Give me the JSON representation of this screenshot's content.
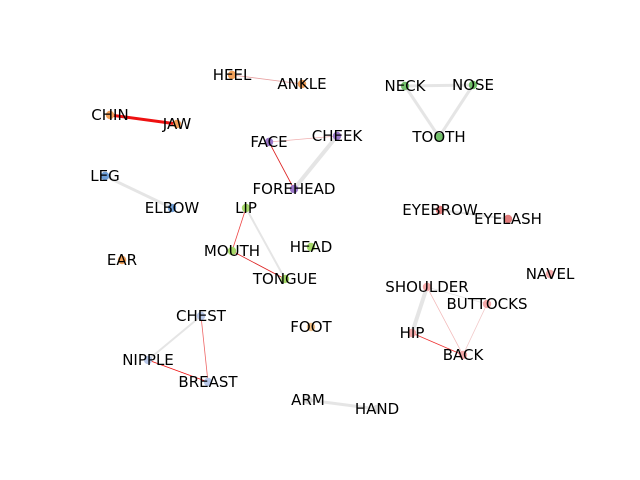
{
  "nodes": [
    {
      "id": "HEEL",
      "color": "#f2a15a"
    },
    {
      "id": "ANKLE",
      "color": "#f2a15a"
    },
    {
      "id": "NECK",
      "color": "#72bf6a"
    },
    {
      "id": "NOSE",
      "color": "#72bf6a"
    },
    {
      "id": "TOOTH",
      "color": "#72bf6a"
    },
    {
      "id": "CHIN",
      "color": "#f2a15a"
    },
    {
      "id": "JAW",
      "color": "#f2a15a"
    },
    {
      "id": "FACE",
      "color": "#9a77c8"
    },
    {
      "id": "CHEEK",
      "color": "#9a77c8"
    },
    {
      "id": "FOREHEAD",
      "color": "#9a77c8"
    },
    {
      "id": "LEG",
      "color": "#6f9fd8"
    },
    {
      "id": "ELBOW",
      "color": "#6f9fd8"
    },
    {
      "id": "LIP",
      "color": "#a6d96a"
    },
    {
      "id": "EYEBROW",
      "color": "#e07b7b"
    },
    {
      "id": "EYELASH",
      "color": "#e07b7b"
    },
    {
      "id": "MOUTH",
      "color": "#a6d96a"
    },
    {
      "id": "HEAD",
      "color": "#a6d96a"
    },
    {
      "id": "EAR",
      "color": "#f2a15a"
    },
    {
      "id": "TONGUE",
      "color": "#a6d96a"
    },
    {
      "id": "NAVEL",
      "color": "#f4a9a9"
    },
    {
      "id": "SHOULDER",
      "color": "#f4a9a9"
    },
    {
      "id": "BUTTOCKS",
      "color": "#f4a9a9"
    },
    {
      "id": "CHEST",
      "color": "#b8c7e8"
    },
    {
      "id": "FOOT",
      "color": "#f2c28a"
    },
    {
      "id": "HIP",
      "color": "#f4a9a9"
    },
    {
      "id": "NIPPLE",
      "color": "#b8c7e8"
    },
    {
      "id": "BACK",
      "color": "#f4a9a9"
    },
    {
      "id": "BREAST",
      "color": "#b8c7e8"
    },
    {
      "id": "ARM",
      "color": "#d9d9d9"
    },
    {
      "id": "HAND",
      "color": "#d9d9d9"
    }
  ],
  "edges": [
    {
      "source": "HEEL",
      "target": "ANKLE",
      "color": "#e8a0a0",
      "weight": 1
    },
    {
      "source": "NECK",
      "target": "NOSE",
      "color": "#e5e5e5",
      "weight": 3
    },
    {
      "source": "NECK",
      "target": "TOOTH",
      "color": "#e5e5e5",
      "weight": 3
    },
    {
      "source": "NOSE",
      "target": "TOOTH",
      "color": "#e5e5e5",
      "weight": 3
    },
    {
      "source": "CHIN",
      "target": "JAW",
      "color": "#ee1111",
      "weight": 3
    },
    {
      "source": "FACE",
      "target": "CHEEK",
      "color": "#f0b0b0",
      "weight": 1
    },
    {
      "source": "FACE",
      "target": "FOREHEAD",
      "color": "#dd2222",
      "weight": 1
    },
    {
      "source": "CHEEK",
      "target": "FOREHEAD",
      "color": "#e5e5e5",
      "weight": 4
    },
    {
      "source": "LEG",
      "target": "ELBOW",
      "color": "#e5e5e5",
      "weight": 3
    },
    {
      "source": "LIP",
      "target": "MOUTH",
      "color": "#ee4444",
      "weight": 1
    },
    {
      "source": "LIP",
      "target": "TONGUE",
      "color": "#e5e5e5",
      "weight": 2
    },
    {
      "source": "MOUTH",
      "target": "TONGUE",
      "color": "#dd2222",
      "weight": 1
    },
    {
      "source": "EYEBROW",
      "target": "EYELASH",
      "color": "#e5e5e5",
      "weight": 2
    },
    {
      "source": "SHOULDER",
      "target": "HIP",
      "color": "#e5e5e5",
      "weight": 4
    },
    {
      "source": "SHOULDER",
      "target": "BACK",
      "color": "#f2b8b8",
      "weight": 1
    },
    {
      "source": "SHOULDER",
      "target": "BUTTOCKS",
      "color": "#e5e5e5",
      "weight": 1
    },
    {
      "source": "BUTTOCKS",
      "target": "BACK",
      "color": "#f2c8c8",
      "weight": 1
    },
    {
      "source": "HIP",
      "target": "BACK",
      "color": "#ee3333",
      "weight": 1
    },
    {
      "source": "CHEST",
      "target": "NIPPLE",
      "color": "#e5e5e5",
      "weight": 2
    },
    {
      "source": "CHEST",
      "target": "BREAST",
      "color": "#ee6666",
      "weight": 1
    },
    {
      "source": "NIPPLE",
      "target": "BREAST",
      "color": "#ee1111",
      "weight": 1
    },
    {
      "source": "ARM",
      "target": "HAND",
      "color": "#e5e5e5",
      "weight": 3
    }
  ]
}
